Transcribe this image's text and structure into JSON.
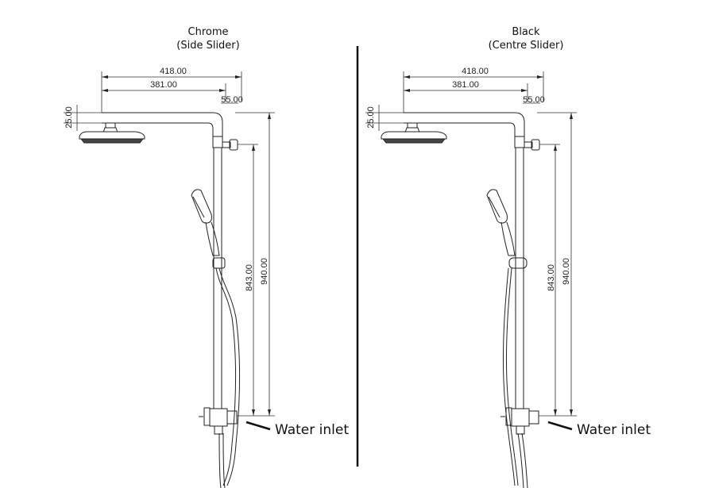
{
  "panels": [
    {
      "title_line1": "Chrome",
      "title_line2": "(Side Slider)",
      "dims": {
        "overall_width": "418.00",
        "arm_length": "381.00",
        "offset": "55.00",
        "head_thickness": "25.00",
        "slide_height": "843.00",
        "overall_height": "940.00"
      },
      "inlet_label": "Water inlet",
      "finish": "chrome",
      "slider": "side"
    },
    {
      "title_line1": "Black",
      "title_line2": "(Centre Slider)",
      "dims": {
        "overall_width": "418.00",
        "arm_length": "381.00",
        "offset": "55.00",
        "head_thickness": "25.00",
        "slide_height": "843.00",
        "overall_height": "940.00"
      },
      "inlet_label": "Water inlet",
      "finish": "black",
      "slider": "centre"
    }
  ],
  "colors": {
    "line": "#222222",
    "divider": "#111111"
  }
}
